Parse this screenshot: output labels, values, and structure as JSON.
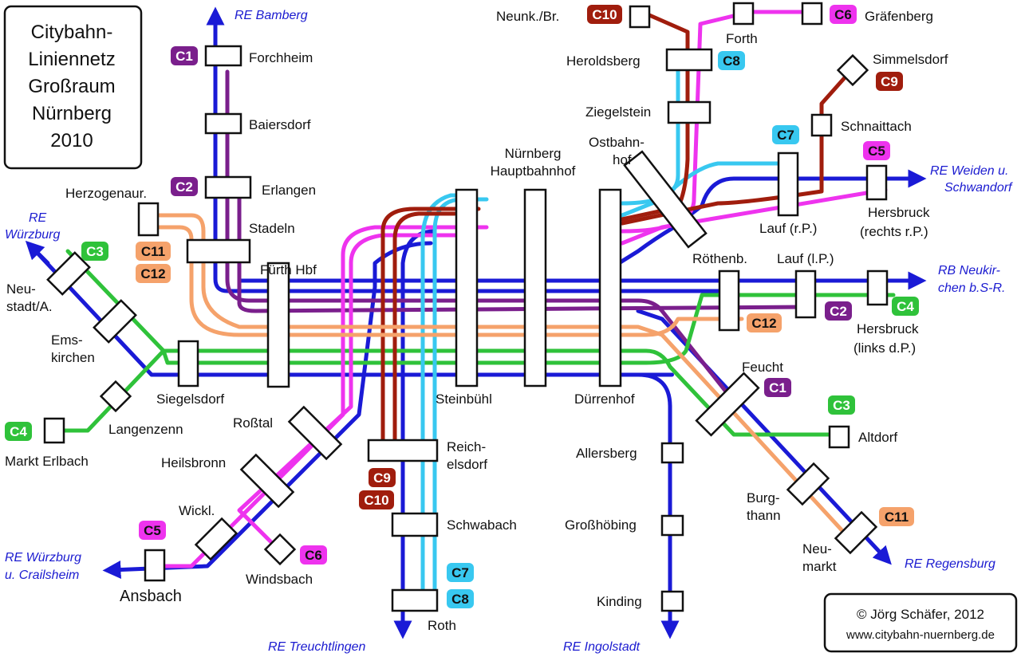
{
  "title": {
    "lines": [
      "Citybahn-",
      "Liniennetz",
      "Großraum",
      "Nürnberg",
      "2010"
    ]
  },
  "colors": {
    "C1": "#7a1f8c",
    "C2": "#7a1f8c",
    "C3": "#2fc23a",
    "C4": "#2fc23a",
    "C5": "#ee33ee",
    "C6": "#ee33ee",
    "C7": "#38c8f0",
    "C8": "#38c8f0",
    "C9": "#a01d0d",
    "C10": "#a01d0d",
    "C11": "#f5a26b",
    "C12": "#f5a26b",
    "blue": "#1a1ad6",
    "re_text": "#1b1bd0"
  },
  "lines": [
    {
      "id": "C1",
      "label": "C1",
      "color": "#7a1f8c",
      "text": "#ffffff"
    },
    {
      "id": "C2",
      "label": "C2",
      "color": "#7a1f8c",
      "text": "#ffffff"
    },
    {
      "id": "C3",
      "label": "C3",
      "color": "#2fc23a",
      "text": "#ffffff"
    },
    {
      "id": "C4",
      "label": "C4",
      "color": "#2fc23a",
      "text": "#ffffff"
    },
    {
      "id": "C5",
      "label": "C5",
      "color": "#ee33ee",
      "text": "#111111"
    },
    {
      "id": "C6",
      "label": "C6",
      "color": "#ee33ee",
      "text": "#111111"
    },
    {
      "id": "C7",
      "label": "C7",
      "color": "#38c8f0",
      "text": "#111111"
    },
    {
      "id": "C8",
      "label": "C8",
      "color": "#38c8f0",
      "text": "#111111"
    },
    {
      "id": "C9",
      "label": "C9",
      "color": "#a01d0d",
      "text": "#ffffff"
    },
    {
      "id": "C10",
      "label": "C10",
      "color": "#a01d0d",
      "text": "#ffffff"
    },
    {
      "id": "C11",
      "label": "C11",
      "color": "#f5a26b",
      "text": "#111111"
    },
    {
      "id": "C12",
      "label": "C12",
      "color": "#f5a26b",
      "text": "#111111"
    }
  ],
  "stations": {
    "forchheim": "Forchheim",
    "baiersdorf": "Baiersdorf",
    "erlangen": "Erlangen",
    "herzogenaurach": "Herzogenaur.",
    "stadeln": "Stadeln",
    "fuerth": "Fürth Hbf",
    "nuernberg_hbf_1": "Nürnberg",
    "nuernberg_hbf_2": "Hauptbahnhof",
    "ostbahnhof_1": "Ostbahn-",
    "ostbahnhof_2": "hof",
    "neunkirchen": "Neunk./Br.",
    "forth": "Forth",
    "graefenberg": "Gräfenberg",
    "heroldsberg": "Heroldsberg",
    "ziegelstein": "Ziegelstein",
    "simmelsdorf": "Simmelsdorf",
    "schnaittach": "Schnaittach",
    "lauf_rp": "Lauf (r.P.)",
    "hersbruck_rp_1": "Hersbruck",
    "hersbruck_rp_2": "(rechts r.P.)",
    "roethenbach": "Röthenb.",
    "lauf_lp": "Lauf (l.P.)",
    "hersbruck_lp_1": "Hersbruck",
    "hersbruck_lp_2": "(links d.P.)",
    "neustadt_1": "Neu-",
    "neustadt_2": "stadt/A.",
    "emskirchen_1": "Ems-",
    "emskirchen_2": "kirchen",
    "siegelsdorf": "Siegelsdorf",
    "langenzenn": "Langenzenn",
    "markt_erlbach": "Markt Erlbach",
    "steinbuehl": "Steinbühl",
    "duerrenhof": "Dürrenhof",
    "rosstal": "Roßtal",
    "heilsbronn": "Heilsbronn",
    "wicklesgreuth": "Wickl.",
    "ansbach": "Ansbach",
    "windsbach": "Windsbach",
    "reichelsdorf_1": "Reich-",
    "reichelsdorf_2": "elsdorf",
    "schwabach": "Schwabach",
    "roth": "Roth",
    "allersberg": "Allersberg",
    "grosshoebing": "Großhöbing",
    "kinding": "Kinding",
    "feucht": "Feucht",
    "altdorf": "Altdorf",
    "burgthann_1": "Burg-",
    "burgthann_2": "thann",
    "neumarkt_1": "Neu-",
    "neumarkt_2": "markt"
  },
  "re_destinations": {
    "bamberg": "RE Bamberg",
    "wuerzburg_1": "RE",
    "wuerzburg_2": "Würzburg",
    "weiden_1": "RE Weiden u.",
    "weiden_2": "Schwandorf",
    "neukirchen_1": "RB Neukir-",
    "neukirchen_2": "chen b.S-R.",
    "wuerzburg_crailsheim_1": "RE Würzburg",
    "wuerzburg_crailsheim_2": "u. Crailsheim",
    "treuchtlingen": "RE Treuchtlingen",
    "ingolstadt": "RE Ingolstadt",
    "regensburg": "RE Regensburg"
  },
  "copyright": {
    "line1": "© Jörg Schäfer, 2012",
    "line2": "www.citybahn-nuernberg.de"
  }
}
